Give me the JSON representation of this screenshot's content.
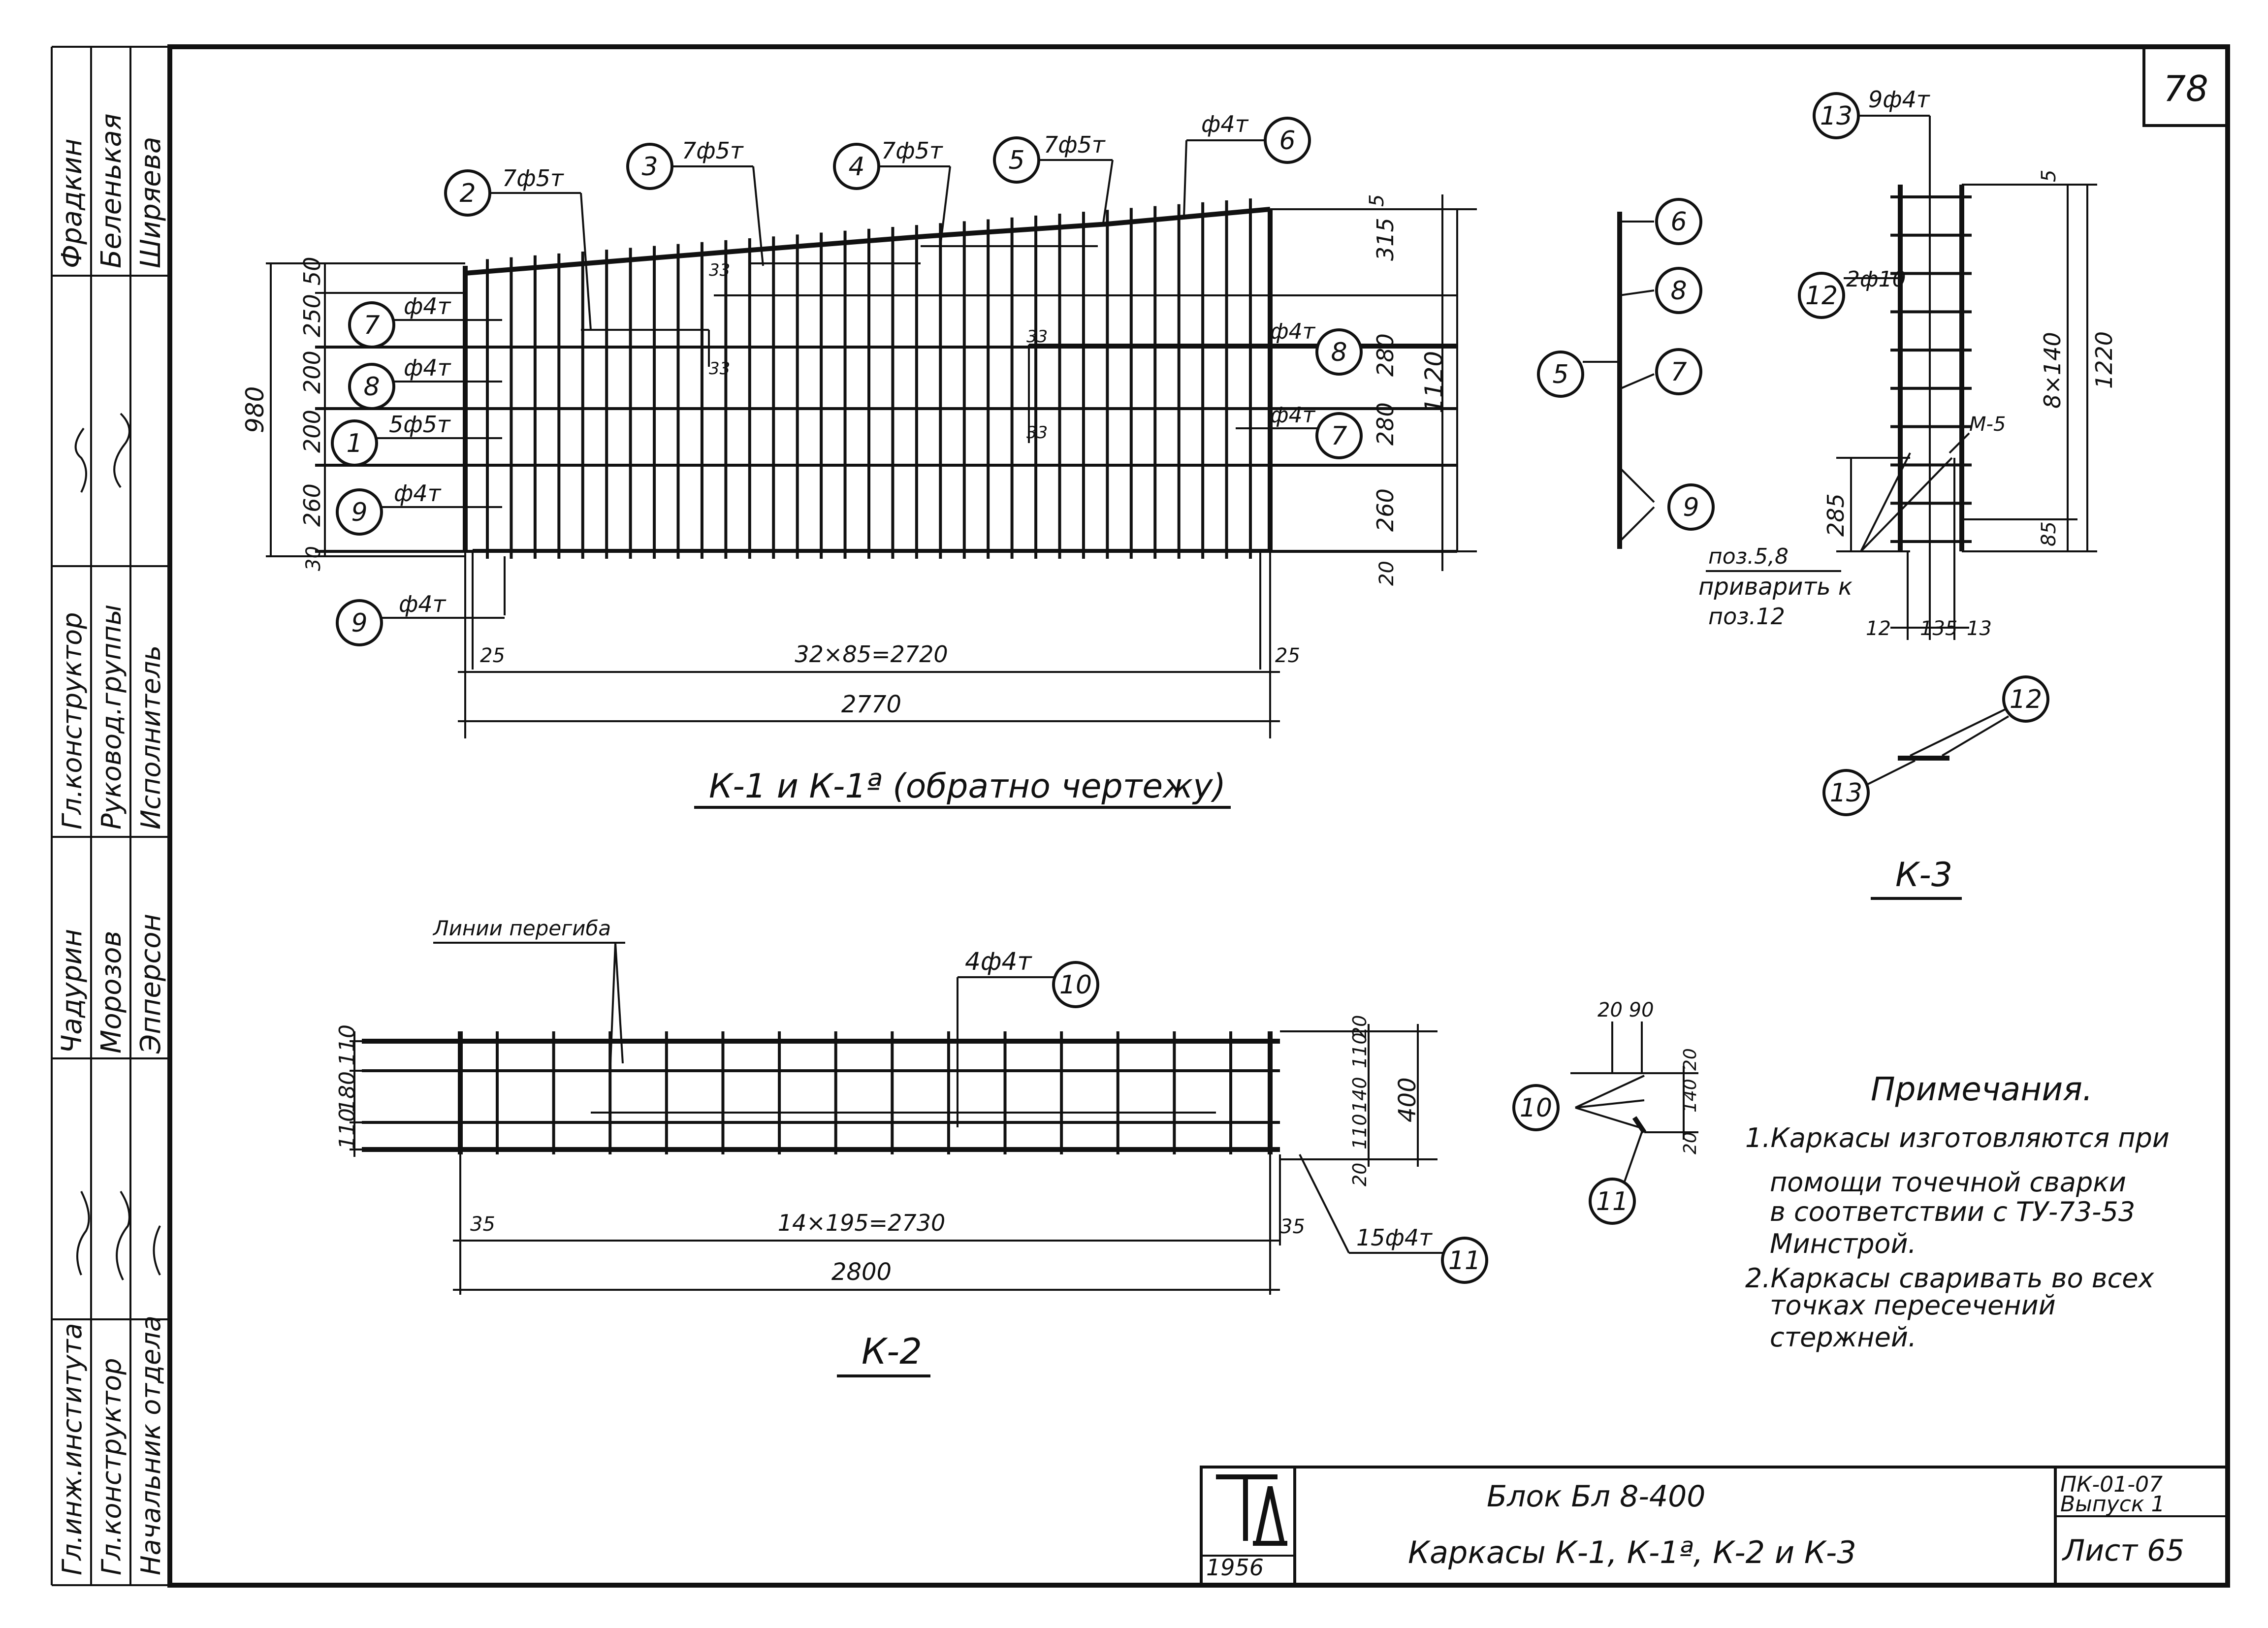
{
  "sheet_number": "78",
  "side_stamp": {
    "roles": [
      "Гл.инж.института",
      "Гл.конструктор",
      "Начальник отдела",
      "Гл.конструктор",
      "Руковод.группы",
      "Исполнитель"
    ],
    "names": [
      "Чадурин",
      "Морозов",
      "Эпперсон",
      "Фрадкин",
      "Беленькая",
      "Ширяева"
    ]
  },
  "k1": {
    "title": "К-1 и К-1ª (обратно чертежу)",
    "callouts": [
      {
        "pos": "2",
        "bar": "7ф5т"
      },
      {
        "pos": "3",
        "bar": "7ф5т"
      },
      {
        "pos": "4",
        "bar": "7ф5т"
      },
      {
        "pos": "5",
        "bar": "7ф5т"
      },
      {
        "pos": "6",
        "bar": "ф4т"
      }
    ],
    "left_labels": [
      {
        "pos": "7",
        "bar": "ф4т"
      },
      {
        "pos": "8",
        "bar": "ф4т"
      },
      {
        "pos": "1",
        "bar": "5ф5т"
      },
      {
        "pos": "9",
        "bar": "ф4т"
      }
    ],
    "right_labels": [
      {
        "pos": "8",
        "bar": "ф4т"
      },
      {
        "pos": "7",
        "bar": "ф4т"
      }
    ],
    "bottom_label": {
      "pos": "9",
      "bar": "ф4т"
    },
    "left_dims": [
      "50",
      "250",
      "200",
      "200",
      "260",
      "30"
    ],
    "left_total": "980",
    "right_dims": [
      "5",
      "315",
      "280",
      "280",
      "260",
      "20"
    ],
    "right_total": "1120",
    "inner_marks": [
      "33",
      "33",
      "33",
      "33"
    ],
    "end_dim": "25",
    "span_dim": "32×85=2720",
    "end_dim2": "25",
    "total_dim": "2770"
  },
  "k2": {
    "title": "К-2",
    "bend_label": "Линии перегиба",
    "top_callout": {
      "pos": "10",
      "bar": "4ф4т"
    },
    "bottom_callout": {
      "pos": "11",
      "bar": "15ф4т"
    },
    "left_dims": [
      "110",
      "180",
      "110"
    ],
    "right_dims": [
      "20",
      "110",
      "140",
      "110",
      "20"
    ],
    "right_total": "400",
    "end_dim": "35",
    "span_dim": "14×195=2730",
    "end_dim2": "35",
    "total_dim": "2800"
  },
  "section": {
    "dims_top": "20 90",
    "dims_side": [
      "20",
      "140",
      "20"
    ],
    "labels": [
      "10",
      "11"
    ]
  },
  "k3": {
    "title": "К-3",
    "top_callout": {
      "pos": "13",
      "bar": "9ф4т"
    },
    "side_callout": {
      "pos": "12",
      "bar": "2ф10"
    },
    "weld_mark": "М-5",
    "dims_right": [
      "5",
      "8×140",
      "1220",
      "85"
    ],
    "dim_left": "285",
    "weld_note": [
      "поз.5,8",
      "приварить к",
      "поз.12"
    ],
    "bottom_dims": [
      "12",
      "135",
      "13"
    ],
    "detail_labels": [
      "12",
      "13"
    ]
  },
  "mesh_section": {
    "labels": [
      "6",
      "8",
      "7",
      "5",
      "9"
    ]
  },
  "notes": {
    "heading": "Примечания.",
    "lines": [
      "1.Каркасы изготовляются при",
      "помощи точечной сварки",
      "в соответствии с ТУ-73-53",
      "Минстрой.",
      "2.Каркасы сваривать во всех",
      "точках пересечений",
      "стержней."
    ]
  },
  "title_block": {
    "logo": "ТА",
    "year": "1956",
    "line1": "Блок Бл 8-400",
    "line2": "Каркасы К-1, К-1ª, К-2 и К-3",
    "code": "ПК-01-07",
    "issue": "Выпуск 1",
    "sheet": "Лист 65"
  }
}
